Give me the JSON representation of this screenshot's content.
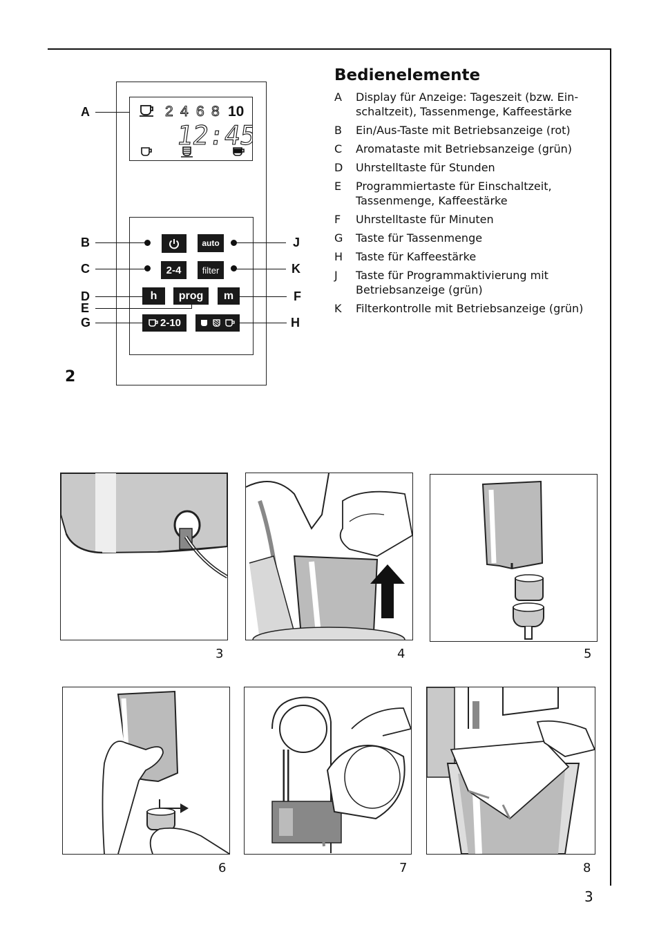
{
  "legend": {
    "title": "Bedienelemente",
    "items": [
      {
        "key": "A",
        "text": "Display für Anzeige: Tageszeit (bzw. Ein-schaltzeit), Tassenmenge, Kaffeestärke"
      },
      {
        "key": "B",
        "text": "Ein/Aus-Taste mit Betriebsanzeige (rot)"
      },
      {
        "key": "C",
        "text": "Aromataste mit Betriebsanzeige (grün)"
      },
      {
        "key": "D",
        "text": "Uhrstelltaste für Stunden"
      },
      {
        "key": "E",
        "text": "Programmiertaste für Einschaltzeit, Tassenmenge, Kaffeestärke"
      },
      {
        "key": "F",
        "text": "Uhrstelltaste für Minuten"
      },
      {
        "key": "G",
        "text": "Taste für Tassenmenge"
      },
      {
        "key": "H",
        "text": "Taste für Kaffeestärke"
      },
      {
        "key": "J",
        "text": "Taste für Programmaktivierung mit Betriebsanzeige (grün)"
      },
      {
        "key": "K",
        "text": "Filterkontrolle mit Betriebsanzeige (grün)"
      }
    ]
  },
  "figure2": {
    "number": "2",
    "callouts": {
      "A": "A",
      "B": "B",
      "C": "C",
      "D": "D",
      "E": "E",
      "G": "G",
      "J": "J",
      "K": "K",
      "F": "F",
      "H": "H"
    },
    "display": {
      "cup_counts": [
        "2",
        "4",
        "6",
        "8",
        "10"
      ],
      "time": "12:45"
    },
    "keys": {
      "power_icon": "power-icon",
      "auto": "auto",
      "aroma": "2-4",
      "filter": "filter",
      "hours": "h",
      "prog": "prog",
      "minutes": "m",
      "cups": "2-10"
    }
  },
  "figures": [
    {
      "number": "3"
    },
    {
      "number": "4"
    },
    {
      "number": "5"
    },
    {
      "number": "6"
    },
    {
      "number": "7"
    },
    {
      "number": "8"
    }
  ],
  "page_number": "3"
}
